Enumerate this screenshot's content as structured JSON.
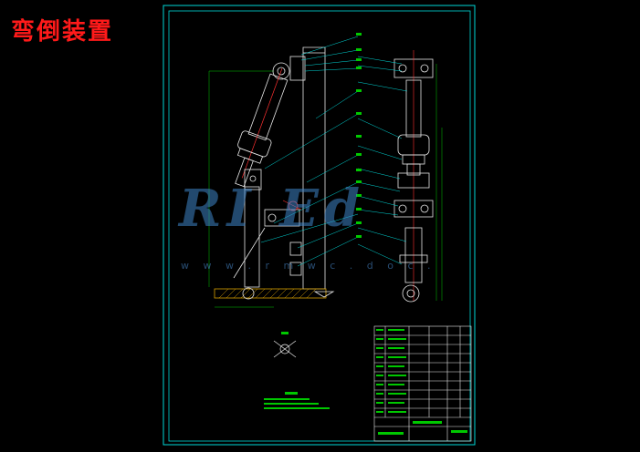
{
  "title": "弯倒装置",
  "watermark": {
    "logo_text": "RI Ed",
    "url_text": "w w w . r m w c . d o c ."
  },
  "colors": {
    "background": "#000000",
    "frame": "#00d8d8",
    "outline": "#e8e8e8",
    "centerline": "#ff3030",
    "annotation": "#00c800",
    "hatch": "#d8a000",
    "title": "#ff1a1a",
    "watermark": "#3e86c9"
  }
}
